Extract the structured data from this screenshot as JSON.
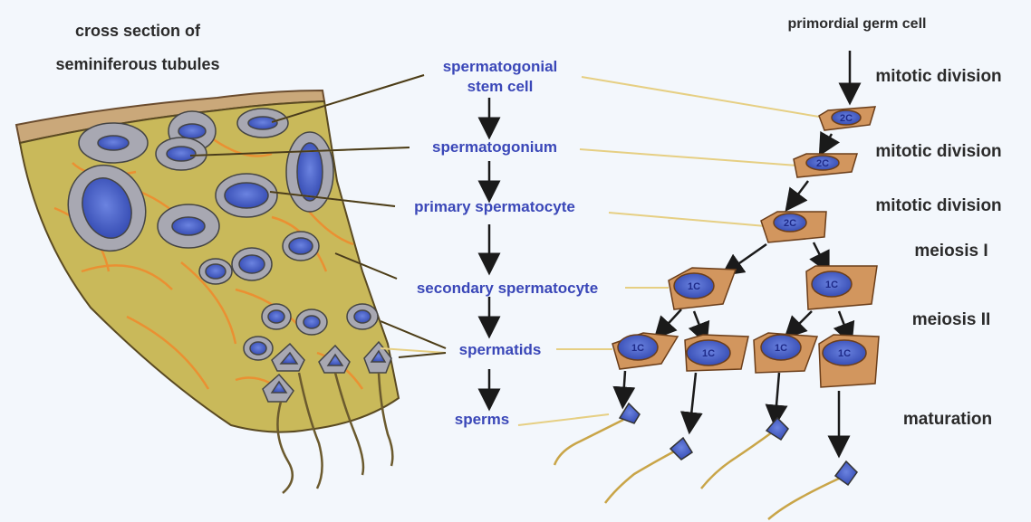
{
  "title": {
    "line1": "cross section of",
    "line2": "seminiferous tubules"
  },
  "stages": {
    "stem_line1": "spermatogonial",
    "stem_line2": "stem cell",
    "spermatogonium": "spermatogonium",
    "primary": "primary spermatocyte",
    "secondary": "secondary spermatocyte",
    "spermatids": "spermatids",
    "sperms": "sperms"
  },
  "right": {
    "top": "primordial germ cell",
    "step1": "mitotic division",
    "step2": "mitotic division",
    "step3": "mitotic division",
    "step4": "meiosis I",
    "step5": "meiosis II",
    "step6": "maturation"
  },
  "cells": {
    "c2": "2C",
    "c1": "1C"
  },
  "colors": {
    "background": "#f3f7fc",
    "tissue": "#c9b95a",
    "cell_body": "#d2965e",
    "nucleus": "#4a63c9",
    "stem_label": "#3a47b8",
    "connector": "#e6cf83"
  }
}
